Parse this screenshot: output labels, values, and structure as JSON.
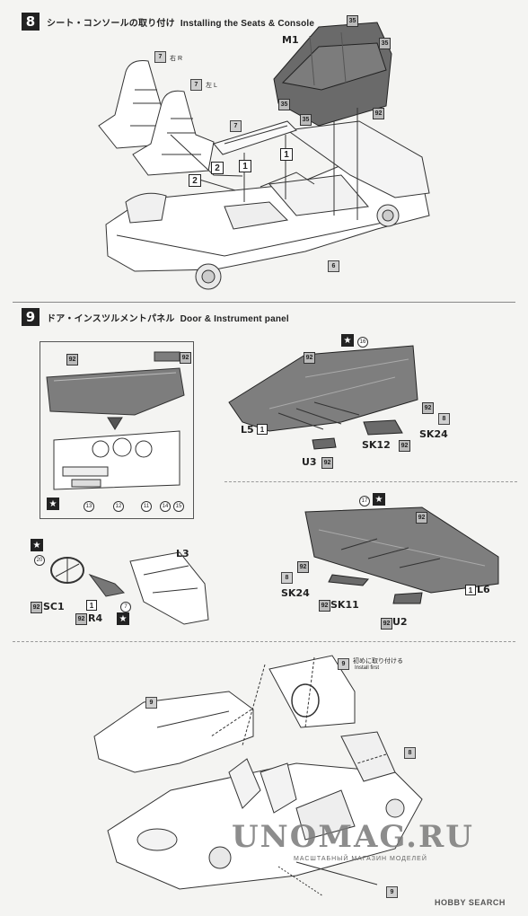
{
  "step8": {
    "number": "8",
    "title_jp": "シート・コンソールの取り付け",
    "title_en": "Installing the Seats & Console",
    "part_m1": "M1",
    "seat_r_tag": "7",
    "seat_r_label": "右 R",
    "seat_l_tag": "7",
    "seat_l_label": "左 L",
    "console_tag": "7",
    "rear_tag_35a": "35",
    "rear_tag_35b": "35",
    "rear_tag_35c": "35",
    "rear_tag_35d": "35",
    "rear_tag_92": "92",
    "floor_tag": "6",
    "step_ref_1a": "1",
    "step_ref_1b": "1",
    "step_ref_2a": "2",
    "step_ref_2b": "2"
  },
  "step9": {
    "number": "9",
    "title_jp": "ドア・インスツルメントパネル",
    "title_en": "Door & Instrument panel",
    "inset_tag_a": "92",
    "inset_tag_b": "92",
    "callouts": [
      "13",
      "12",
      "11",
      "14",
      "15"
    ],
    "l3": "L3",
    "sc1": "SC1",
    "sc1_tag": "92",
    "r4": "R4",
    "r4_tag": "92",
    "r4_box": "1",
    "wheel_circle": "20",
    "dash_circle": "7",
    "door_upper_tag": "92",
    "door_upper_circle": "16",
    "l5": "L5",
    "l5_box": "1",
    "u3": "U3",
    "u3_tag": "92",
    "sk12": "SK12",
    "sk12_tag": "92",
    "sk24_upper": "SK24",
    "sk24_upper_tag": "92",
    "sk24_upper_box": "8",
    "door_lower_circle": "17",
    "door_lower_tag": "92",
    "sk24_lower": "SK24",
    "sk24_lower_tag": "92",
    "sk24_lower_box": "8",
    "sk11": "SK11",
    "sk11_tag": "92",
    "u2": "U2",
    "u2_tag": "92",
    "l6": "L6",
    "l6_box": "1",
    "bottom_box_9a": "9",
    "install_first_jp": "初めに取り付ける",
    "install_first_en": "Install first",
    "bottom_tag_9b": "9",
    "bottom_tag_8": "8",
    "bottom_tag_9c": "9"
  },
  "watermark": {
    "main": "UNOMAG.RU",
    "sub": "МАСШТАБНЫЙ МАГАЗИН МОДЕЛЕЙ",
    "hobby": "HOBBY SEARCH"
  }
}
